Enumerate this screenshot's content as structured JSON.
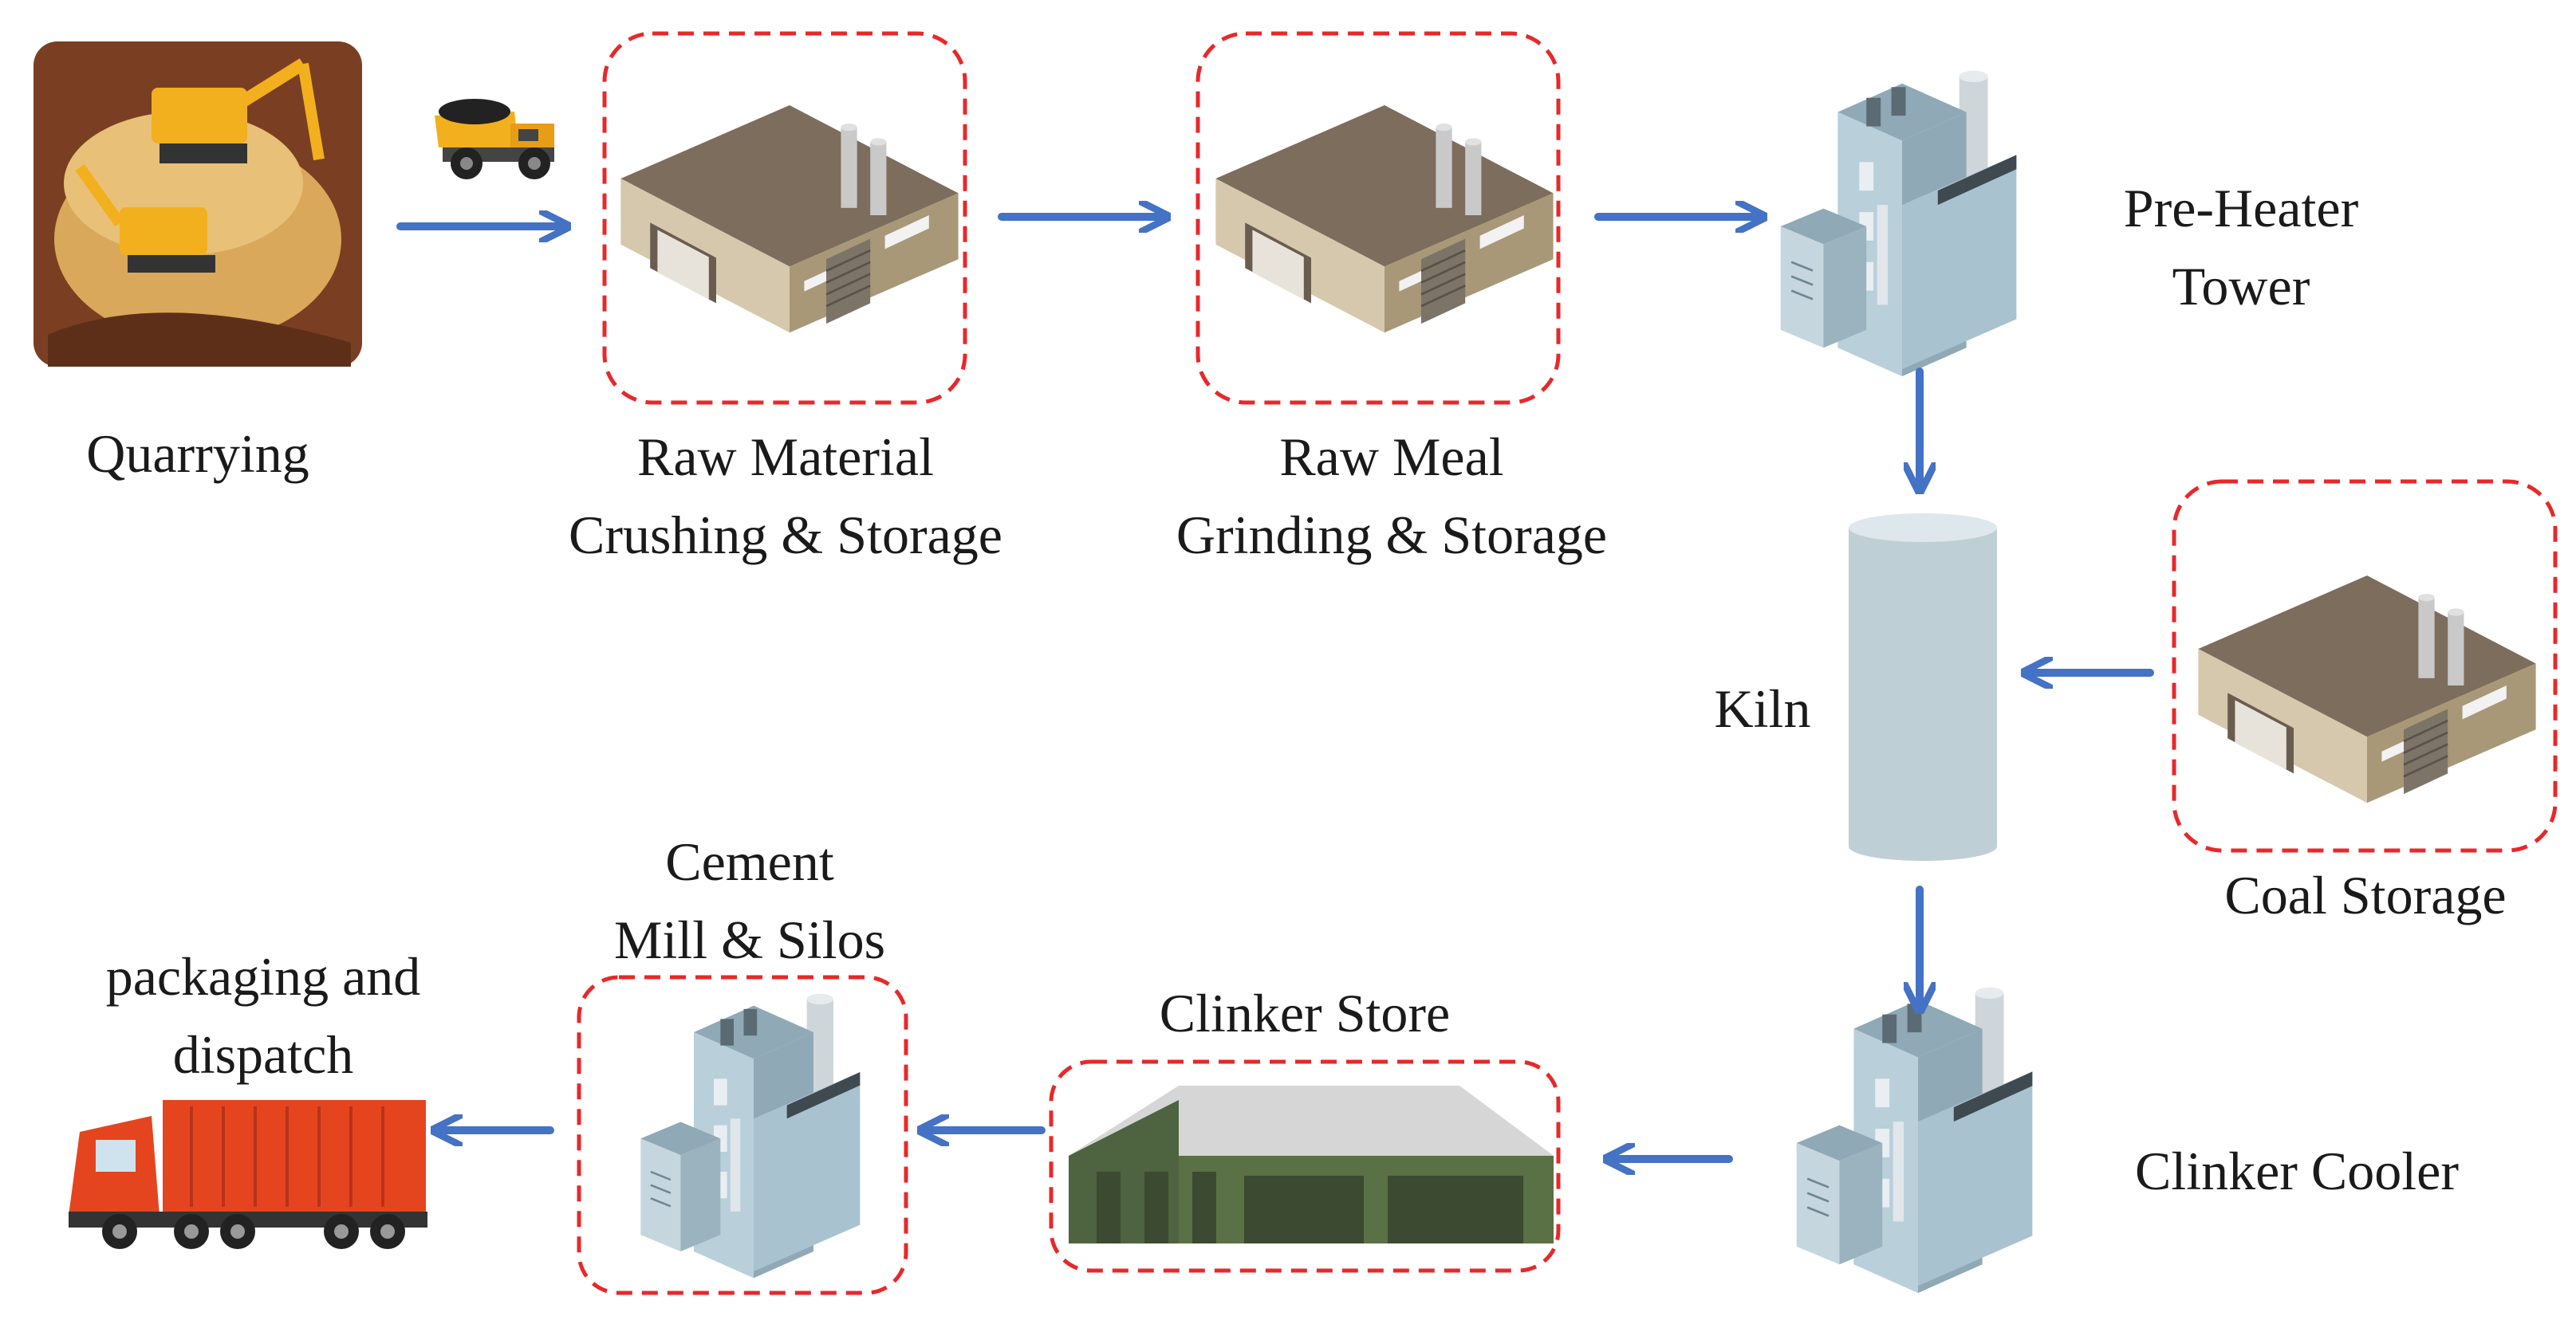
{
  "stages": {
    "quarrying": "Quarrying",
    "raw_material": {
      "line1": "Raw Material",
      "line2": "Crushing & Storage"
    },
    "raw_meal": {
      "line1": "Raw Meal",
      "line2": "Grinding & Storage"
    },
    "preheater": {
      "line1": "Pre-Heater",
      "line2": "Tower"
    },
    "kiln": "Kiln",
    "coal_storage": "Coal Storage",
    "clinker_cooler": "Clinker Cooler",
    "clinker_store": "Clinker Store",
    "cement_mill": {
      "line1": "Cement",
      "line2": "Mill & Silos"
    },
    "dispatch": {
      "line1": "packaging and",
      "line2": "dispatch"
    }
  },
  "colors": {
    "arrow": "#4472c4",
    "highlight_border": "#e8282a",
    "roof": "#7d6d5c",
    "wall_light": "#d6c8ad",
    "wall_dark": "#a89878",
    "tower": "#a9c2cf",
    "truck_cargo": "#e4451f",
    "storage_green": "#5a7045"
  },
  "icons": {
    "quarry": "quarry-mining-icon",
    "dump_truck": "dump-truck-icon",
    "warehouse": "warehouse-icon",
    "factory": "factory-tower-icon",
    "kiln": "kiln-cylinder-icon",
    "storage_shed": "storage-shed-icon",
    "container_truck": "container-truck-icon"
  }
}
